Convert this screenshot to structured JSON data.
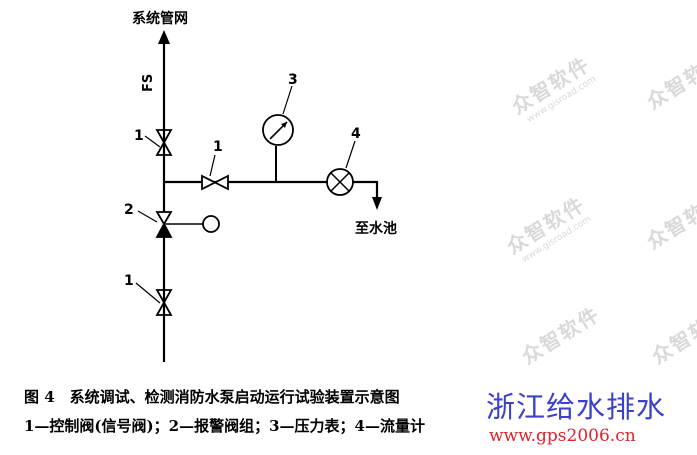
{
  "diagram": {
    "top_label": "系统管网",
    "fs_label": "FS",
    "to_pool_label": "至水池",
    "callouts": {
      "control_valve_top": "1",
      "control_valve_bottom": "1",
      "control_valve_branch": "1",
      "alarm_valve": "2",
      "pressure_gauge": "3",
      "flow_meter": "4"
    }
  },
  "caption": {
    "title": "图 4　系统调试、检测消防水泵启动运行试验装置示意图",
    "legend": "1—控制阀(信号阀)；2—报警阀组；3—压力表；4—流量计"
  },
  "watermark": {
    "text": "众智软件",
    "url": "www.gisroad.com"
  },
  "branding": {
    "title": "浙江给水排水",
    "url": "www.gps2006.cn"
  }
}
